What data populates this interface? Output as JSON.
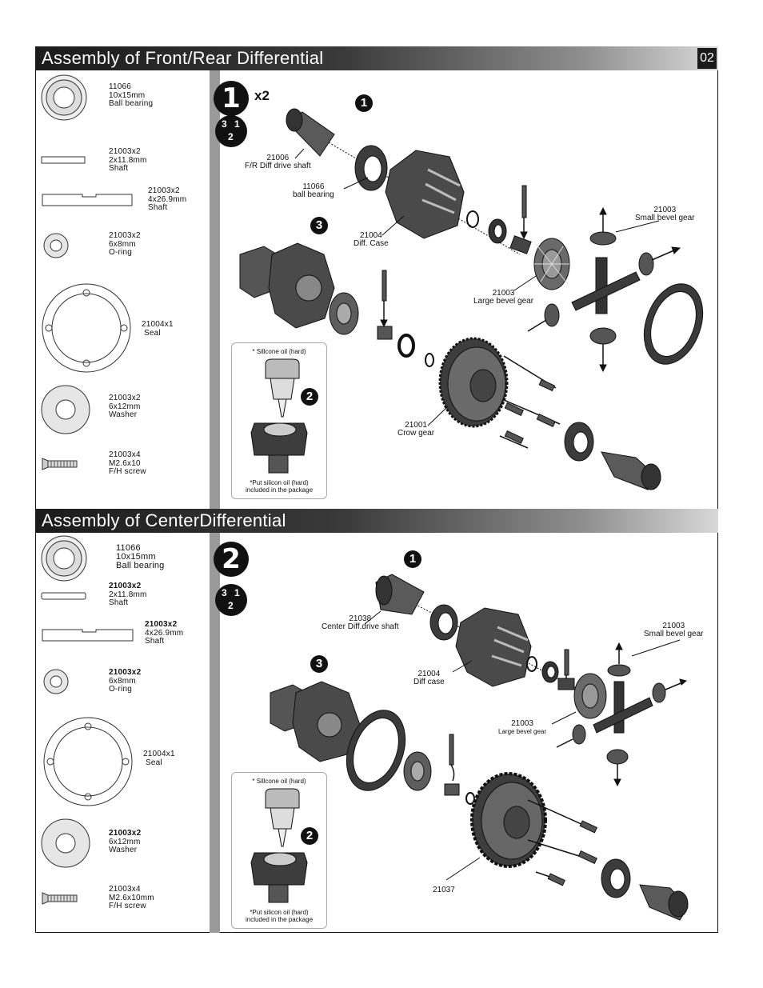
{
  "page_number": "02",
  "section1": {
    "title": "Assembly of Front/Rear Differential",
    "parts": [
      {
        "lines": [
          "11066",
          "10x15mm",
          "Ball bearing"
        ]
      },
      {
        "lines": [
          "21003x2",
          "2x11.8mm",
          "Shaft"
        ]
      },
      {
        "lines": [
          "21003x2",
          "4x26.9mm",
          "Shaft"
        ]
      },
      {
        "lines": [
          "21003x2",
          "6x8mm",
          "O-ring"
        ]
      },
      {
        "lines": [
          "21004x1",
          " Seal"
        ]
      },
      {
        "lines": [
          "21003x2",
          "6x12mm",
          "Washer"
        ]
      },
      {
        "lines": [
          "21003x4",
          "M2.6x10",
          "F/H screw"
        ]
      }
    ],
    "step_number": "1",
    "multiplier": "x2",
    "sequence": {
      "a": "3",
      "b": "1",
      "c": "2"
    },
    "substeps": {
      "one": "1",
      "two": "2",
      "three": "3"
    },
    "labels": {
      "drive_shaft": [
        "21006",
        "F/R Diff drive shaft"
      ],
      "ball_bearing": [
        "11066",
        "ball bearing"
      ],
      "diff_case": [
        "21004",
        "Diff. Case"
      ],
      "small_bevel": [
        "21003",
        "Small bevel gear"
      ],
      "large_bevel": [
        "21003",
        "Large bevel gear"
      ],
      "crown_gear": [
        "21001",
        "Crow gear"
      ]
    },
    "oil_top": "* Sillcone oil (hard)",
    "oil_bottom": [
      "*Put silicon oil (hard)",
      "included in the package"
    ]
  },
  "section2": {
    "title": "Assembly of CenterDifferential",
    "parts": [
      {
        "lines": [
          "11066",
          "10x15mm",
          "Ball bearing"
        ]
      },
      {
        "lines": [
          "21003x2",
          "2x11.8mm",
          "Shaft"
        ]
      },
      {
        "lines": [
          "21003x2",
          "4x26.9mm",
          "Shaft"
        ]
      },
      {
        "lines": [
          "21003x2",
          "6x8mm",
          "O-ring"
        ]
      },
      {
        "lines": [
          "21004x1",
          " Seal"
        ]
      },
      {
        "lines": [
          "21003x2",
          "6x12mm",
          "Washer"
        ]
      },
      {
        "lines": [
          "21003x4",
          "M2.6x10mm",
          "F/H screw"
        ]
      }
    ],
    "step_number": "2",
    "sequence": {
      "a": "3",
      "b": "1",
      "c": "2"
    },
    "substeps": {
      "one": "1",
      "two": "2",
      "three": "3"
    },
    "labels": {
      "drive_shaft": [
        "21038",
        "Center Diff.drive shaft"
      ],
      "diff_case": [
        "21004",
        "Diff case"
      ],
      "small_bevel": [
        "21003",
        "Small bevel gear"
      ],
      "large_bevel": [
        "21003",
        "Large bevel gear"
      ],
      "spur_gear": [
        "21037"
      ]
    },
    "oil_top": "* Sillcone oil (hard)",
    "oil_bottom": [
      "*Put silicon oil (hard)",
      "included in the package"
    ]
  },
  "colors": {
    "ink": "#111111",
    "divider": "#9a9a9a",
    "banner_dark": "#1b1b1b",
    "banner_light": "#d8d8d8",
    "part": "#4a4a4a"
  }
}
